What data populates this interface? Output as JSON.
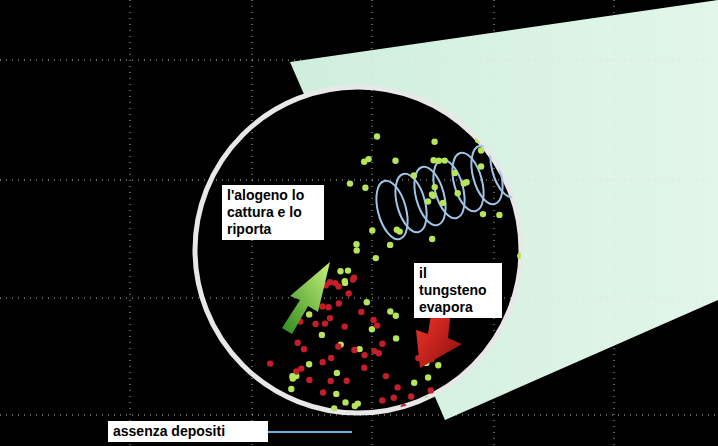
{
  "diagram": {
    "nodes": [
      {
        "text": [
          "l'alogeno lo cattura e lo riporta"
        ]
      },
      {
        "text": [
          "il tungsteno evapora"
        ]
      },
      {
        "text": [
          "assenza depositi"
        ]
      }
    ]
  }
}
